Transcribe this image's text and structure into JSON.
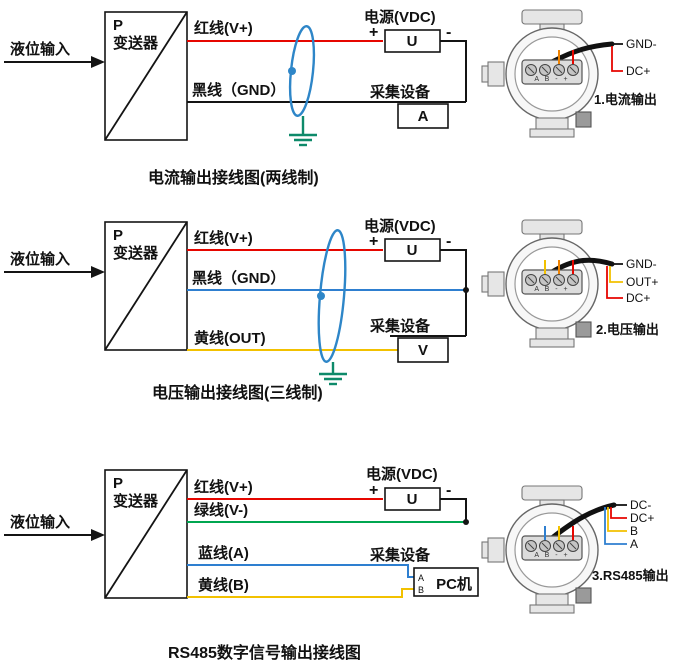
{
  "colors": {
    "red_wire": "#e60600",
    "black_wire": "#141414",
    "blue_wire": "#2e7fd0",
    "yellow_wire": "#f2c100",
    "green_wire": "#00a650",
    "shield_blue": "#2e86c8",
    "ground_green": "#0e8a6a"
  },
  "s1": {
    "input": "液位输入",
    "transmitter_p": "P",
    "transmitter_name": "变送器",
    "wire_red": "红线(V+)",
    "wire_black": "黑线（GND）",
    "power_title": "电源(VDC)",
    "plus": "+",
    "minus": "-",
    "power_unit": "U",
    "collector_title": "采集设备",
    "collector_unit": "A",
    "caption": "电流输出接线图(两线制)",
    "dev_terminals": "A B - +",
    "dev_lead1": "GND-",
    "dev_lead2": "DC+",
    "dev_caption": "1.电流输出"
  },
  "s2": {
    "input": "液位输入",
    "transmitter_p": "P",
    "transmitter_name": "变送器",
    "wire_red": "红线(V+)",
    "wire_black": "黑线（GND）",
    "wire_yellow": "黄线(OUT)",
    "power_title": "电源(VDC)",
    "plus": "+",
    "minus": "-",
    "power_unit": "U",
    "collector_title": "采集设备",
    "collector_unit": "V",
    "caption": "电压输出接线图(三线制)",
    "dev_terminals": "A B - +",
    "dev_lead1": "GND-",
    "dev_lead2": "OUT+",
    "dev_lead3": "DC+",
    "dev_caption": "2.电压输出"
  },
  "s3": {
    "input": "液位输入",
    "transmitter_p": "P",
    "transmitter_name": "变送器",
    "wire_red": "红线(V+)",
    "wire_green": "绿线(V-)",
    "wire_blue": "蓝线(A)",
    "wire_yellow": "黄线(B)",
    "power_title": "电源(VDC)",
    "plus": "+",
    "minus": "-",
    "power_unit": "U",
    "collector_title": "采集设备",
    "pc_label": "PC机",
    "pc_a": "A",
    "pc_b": "B",
    "caption": "RS485数字信号输出接线图",
    "dev_terminals": "A B - +",
    "dev_lead1": "DC-",
    "dev_lead2": "DC+",
    "dev_lead3": "B",
    "dev_lead4": "A",
    "dev_caption": "3.RS485输出"
  }
}
